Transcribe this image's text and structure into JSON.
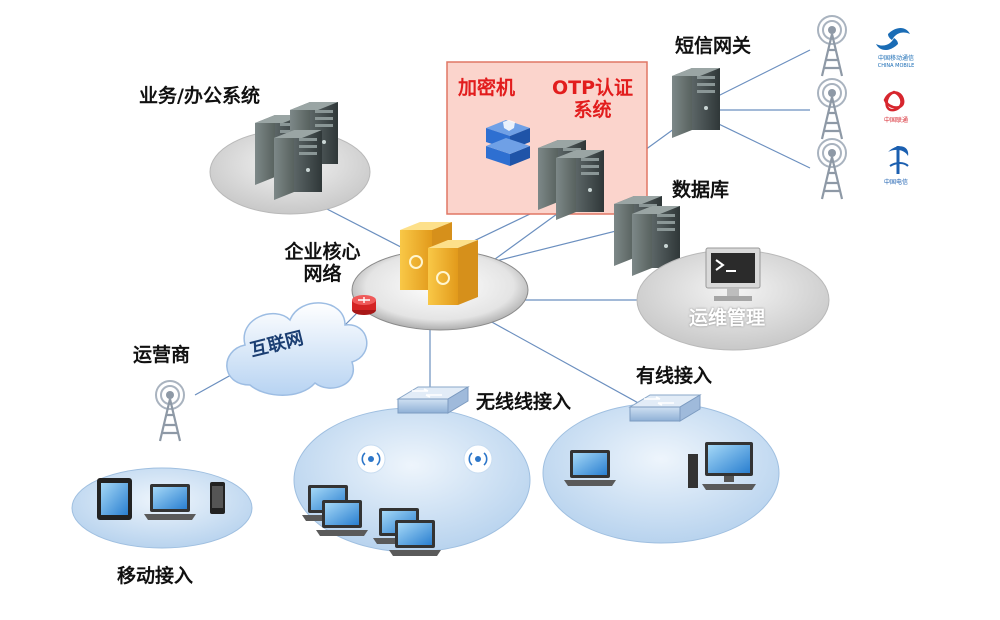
{
  "labels": {
    "business_system": "业务/办公系统",
    "encryptor": "加密机",
    "otp_line1": "OTP认证",
    "otp_line2": "系统",
    "sms_gateway": "短信网关",
    "database": "数据库",
    "core_network_line1": "企业核心",
    "core_network_line2": "网络",
    "internet": "互联网",
    "ops_management": "运维管理",
    "carrier": "运营商",
    "wireless_access": "无线线接入",
    "wired_access": "有线接入",
    "mobile_access": "移动接入"
  },
  "carriers": [
    {
      "name": "china-mobile-logo",
      "line1": "中国移动通信",
      "line2": "CHINA MOBILE",
      "color": "#1a6cb5"
    },
    {
      "name": "china-unicom-logo",
      "line1": "中国联通",
      "line2": "",
      "color": "#d7262e"
    },
    {
      "name": "china-telecom-logo",
      "line1": "中国电信",
      "line2": "",
      "color": "#1b5fb0"
    }
  ],
  "colors": {
    "highlight_box": "#fbd4cc",
    "highlight_border": "#e07765",
    "accent_red": "#e21d1d",
    "core_server": "#f2b631",
    "encryptor_blue": "#2e6fd1",
    "link_line": "#6b8fbf"
  }
}
